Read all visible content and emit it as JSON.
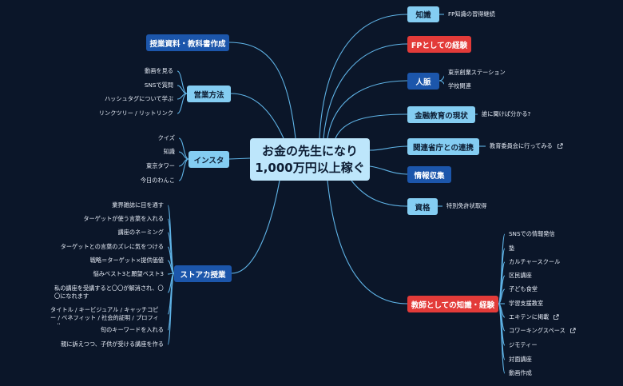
{
  "center": {
    "line1": "お金の先生になり",
    "line2": "1,000万円以上稼ぐ"
  },
  "colors": {
    "background": "#0b1629",
    "center": "#bde6fb",
    "light": "#84cdf2",
    "dark": "#1c56ab",
    "red": "#e33b39",
    "line": "#64b8ea",
    "line_dark": "#2a5fae"
  },
  "right": {
    "chishiki": {
      "label": "知識",
      "children": [
        "FP知識の習得継続"
      ]
    },
    "fp": {
      "label": "FPとしての経験"
    },
    "jinmyaku": {
      "label": "人脈",
      "children": [
        "東京創業ステーション",
        "学校関連"
      ]
    },
    "kinyu": {
      "label": "金融教育の現状",
      "children": [
        "誰に聞けば分かる?"
      ]
    },
    "kankei": {
      "label": "関連省庁との連携",
      "children": [
        "教育委員会に行ってみる"
      ]
    },
    "joho": {
      "label": "情報収集"
    },
    "shikaku": {
      "label": "資格",
      "children": [
        "特別免許状取得"
      ]
    },
    "kyoshi": {
      "label": "教師としての知識・経験",
      "children": [
        "SNSでの情報発信",
        "塾",
        "カルチャースクール",
        "区民講座",
        "子ども食堂",
        "学習支援教室",
        "エキテンに掲載",
        "コワーキングスペース",
        "ジモティー",
        "対面講座",
        "動画作成"
      ]
    }
  },
  "left": {
    "jugyo": {
      "label": "授業資料・教科書作成"
    },
    "eigyo": {
      "label": "営業方法",
      "children": [
        "動画を見る",
        "SNSで質問",
        "ハッシュタグについて学ぶ",
        "リンクツリー / リットリンク"
      ]
    },
    "insta": {
      "label": "インスタ",
      "children": [
        "クイズ",
        "知識",
        "東京タワー",
        "今日のわんこ"
      ]
    },
    "storeaka": {
      "label": "ストアカ授業",
      "children": [
        "業界雑誌に目を通す",
        "ターゲットが使う言葉を入れる",
        "講座のネーミング",
        "ターゲットとの言葉のズレに気をつける",
        "戦略＝ターゲット×提供価値",
        "悩みベスト3と願望ベスト3",
        "私の講座を受講すると〇〇が解消され、〇〇になれます",
        "タイトル / キービジュアル / キャッチコピー / ベネフィット / 社会的証明 / プロフィール",
        "旬のキーワードを入れる",
        "親に訴えつつ、子供が受ける講座を作る"
      ]
    }
  }
}
